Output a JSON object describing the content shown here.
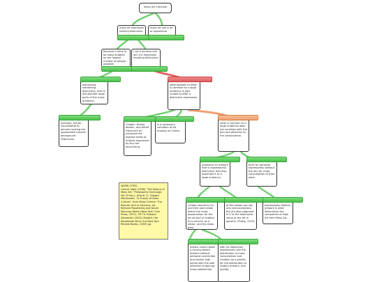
{
  "root": {
    "text": "mass art criticism"
  },
  "nodes": {
    "n1": "mass art expresses nothing distinctive",
    "n2": "mass art has a lot of arguments",
    "n3": "Because it aims to be mass enabled by the largest number of people possible",
    "n4": "I can't achieve this aim if it expresses anything distinctive",
    "n5": "Are artists expressing something distinctive, then it will alienate large parts of the mass audience.",
    "n6": "It is far from clear that what appeals to what is common to a large audience is also unable to offer a distinctive expression.",
    "n7": "crude humour, for example, will be inaccessible to persons lacking the appropriate cultural background references.",
    "n8": "In film, Charlie Chaplin, Buster Keaton, and Alfred Hitchcock all achieved the highest levels of original expression by any fair accounting.",
    "n9": "Selective expression is a necessary condition of art anyway as Collins.",
    "n10": "What appeals to what is common to a large audience does not correlate with the aim and attention to the conservative.",
    "n11": "The Mass Prints they represent an artwork that is expressively distinctive that also assemble it to a large audience.",
    "n12": "Mass Prints absorbs form for personal expressively without the aim for mass consumption of their work.",
    "n13": "The emotions of the creator should try to put their own needs within the mass appreciation for the art as well in relation to a concern as a whole, and the mass goal.",
    "n14": "The \"personal feeling\" of the viewer are not only preconceptions but are also judgment in it to the distinctive value of the art in general. (Pretty, 2013)",
    "n15": "The principal of expressively distinct artwork is what determines the completion of High Art from Mass Art.",
    "n16": "A widely accepted Artistic could create a carving based artwork without personal connection and master high points with the sole intention of gaining mass satisfaction.",
    "n17": "Those Artistic Mass with no distinction expressively see the distribution of mass consumption and creation as a gravity for the distribution of Quality artwork, and quality."
  },
  "works_cited": "WORK CITED\nCarroll, Noel (1998) \"The Nature of Mass Art,\" Philosophic Exchange Vol.23 No.1, Article 11. Dwight Macdonald, \"A Theory of Mass Culture\", from Mass Culture: The Popular Arts in America, ed. Bernard Rosenberg and David Manning White (New York: Free Press, 1957), 59-73. Edward Alexander (2002) Dwight, the Passionate Mind (1st New York Review Books, 2005) pp."
}
